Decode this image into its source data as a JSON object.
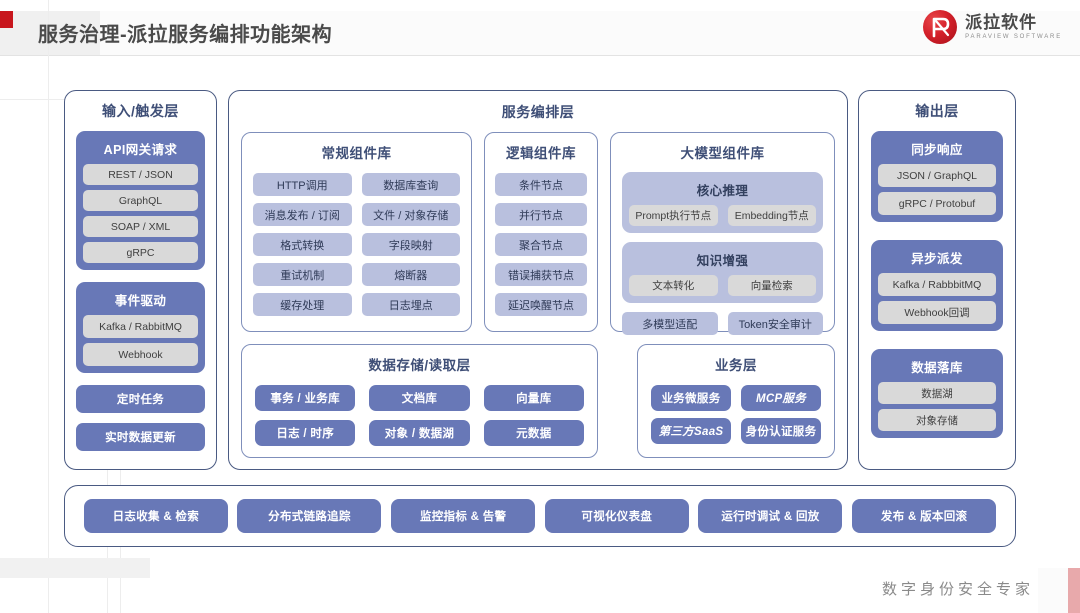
{
  "header": {
    "title": "服务治理-派拉服务编排功能架构",
    "logo_cn": "派拉软件",
    "logo_en": "PARAVIEW SOFTWARE",
    "logo_mark": "paraview-p-logo"
  },
  "footer": {
    "tagline": "数字身份安全专家"
  },
  "colors": {
    "blue": "#6878b7",
    "lavender": "#b9c0de",
    "gray_chip": "#d9d9d9",
    "border": "#4a5a82",
    "brand_red": "#c8161d",
    "title_gray": "#4a4a4a"
  },
  "input_layer": {
    "title": "输入/触发层",
    "groups": [
      {
        "title": "API网关请求",
        "items": [
          "REST / JSON",
          "GraphQL",
          "SOAP / XML",
          "gRPC"
        ]
      },
      {
        "title": "事件驱动",
        "items": [
          "Kafka / RabbitMQ",
          "Webhook"
        ]
      }
    ],
    "standalone": [
      "定时任务",
      "实时数据更新"
    ]
  },
  "orchestration_layer": {
    "title": "服务编排层",
    "regular_library": {
      "title": "常规组件库",
      "items": [
        "HTTP调用",
        "数据库查询",
        "消息发布 / 订阅",
        "文件 / 对象存储",
        "格式转换",
        "字段映射",
        "重试机制",
        "熔断器",
        "缓存处理",
        "日志埋点"
      ]
    },
    "logic_library": {
      "title": "逻辑组件库",
      "items": [
        "条件节点",
        "并行节点",
        "聚合节点",
        "错误捕获节点",
        "延迟唤醒节点"
      ]
    },
    "llm_library": {
      "title": "大模型组件库",
      "groups": [
        {
          "title": "核心推理",
          "items": [
            "Prompt执行节点",
            "Embedding节点"
          ]
        },
        {
          "title": "知识增强",
          "items": [
            "文本转化",
            "向量检索"
          ]
        }
      ],
      "standalone": [
        "多模型适配",
        "Token安全审计"
      ]
    },
    "storage_layer": {
      "title": "数据存储/读取层",
      "items": [
        "事务 / 业务库",
        "文档库",
        "向量库",
        "日志 / 时序",
        "对象 / 数据湖",
        "元数据"
      ]
    },
    "business_layer": {
      "title": "业务层",
      "items": [
        "业务微服务",
        "MCP服务",
        "第三方SaaS",
        "身份认证服务"
      ],
      "italic_items": [
        "MCP服务",
        "第三方SaaS"
      ]
    }
  },
  "output_layer": {
    "title": "输出层",
    "groups": [
      {
        "title": "同步响应",
        "items": [
          "JSON / GraphQL",
          "gRPC / Protobuf"
        ]
      },
      {
        "title": "异步派发",
        "items": [
          "Kafka / RabbbitMQ",
          "Webhook回调"
        ]
      },
      {
        "title": "数据落库",
        "items": [
          "数据湖",
          "对象存储"
        ]
      }
    ]
  },
  "ops_bar": {
    "items": [
      "日志收集 & 检索",
      "分布式链路追踪",
      "监控指标 & 告警",
      "可视化仪表盘",
      "运行时调试 & 回放",
      "发布 & 版本回滚"
    ]
  }
}
